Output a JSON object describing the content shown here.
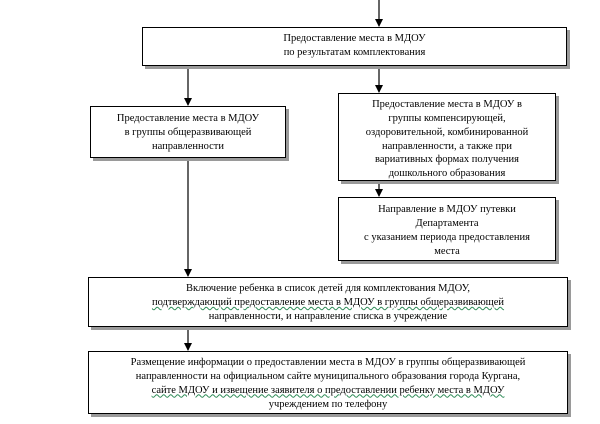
{
  "nodes": {
    "top": {
      "lines": [
        "Предоставление места в МДОУ",
        "по результатам комплектования"
      ]
    },
    "left": {
      "lines": [
        "Предоставление места в МДОУ",
        "в  группы общеразвивающей",
        "направленности"
      ]
    },
    "right": {
      "lines": [
        "Предоставление места в МДОУ в",
        "группы компенсирующей,",
        "оздоровительной, комбинированной",
        "направленности, а также при",
        "вариативных формах получения",
        "дошкольного образования"
      ]
    },
    "voucher": {
      "lines": [
        "Направление в МДОУ путевки",
        "Департамента",
        "с указанием периода предоставления",
        "места"
      ]
    },
    "inclusion": {
      "lines": [
        "Включение ребенка в список детей для комплектования МДОУ,",
        "подтверждающий предоставление места в МДОУ в группы общеразвивающей",
        "направленности, и направление списка в учреждение"
      ]
    },
    "posting": {
      "lines": [
        "Размещение информации о предоставлении места в МДОУ в группы общеразвивающей",
        "направленности на официальном сайте муниципального образования города Кургана,",
        "сайте МДОУ и извещение заявителя о предоставлении ребенку места в МДОУ",
        "учреждением по телефону"
      ]
    }
  }
}
